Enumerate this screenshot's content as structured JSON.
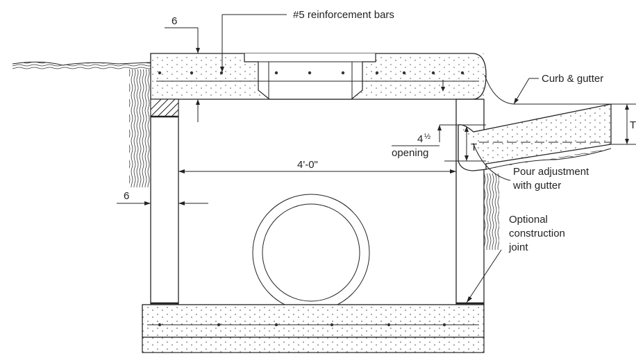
{
  "labels": {
    "rebar": "#5 reinforcement bars",
    "curb": "Curb & gutter",
    "top_dim": "6",
    "wall_dim": "6",
    "span": "4'-0\"",
    "opening_whole": "4",
    "opening_frac": "½",
    "opening": "opening",
    "t_left": "T",
    "t_right": "T",
    "pour1": "Pour adjustment",
    "pour2": "with gutter",
    "opt1": "Optional",
    "opt2": "construction",
    "opt3": "joint"
  }
}
